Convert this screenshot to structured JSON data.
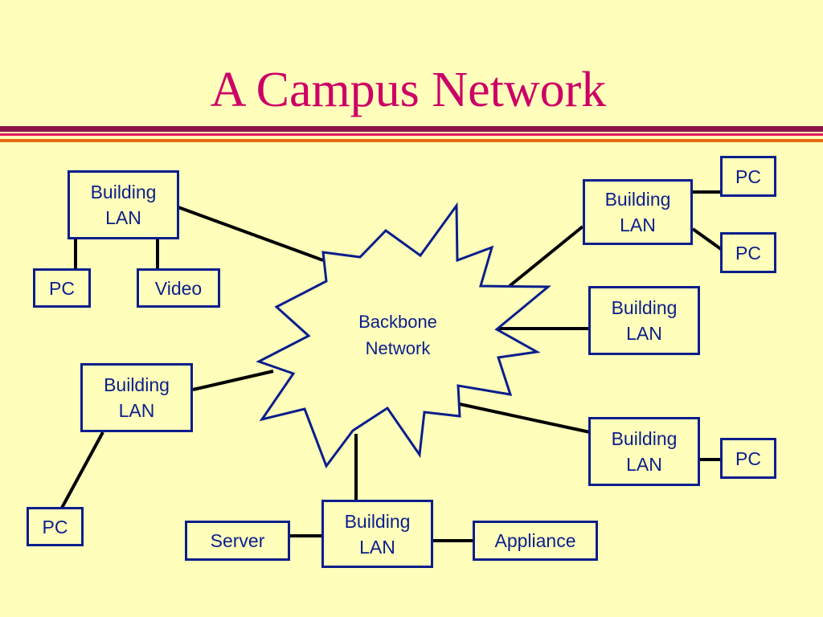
{
  "slide": {
    "title": "A Campus Network"
  },
  "diagram": {
    "backbone": {
      "line1": "Backbone",
      "line2": "Network"
    },
    "building_lan": {
      "line1": "Building",
      "line2": "LAN"
    },
    "devices": {
      "pc": "PC",
      "video": "Video",
      "server": "Server",
      "appliance": "Appliance"
    }
  },
  "colors": {
    "background": "#FFFFBB",
    "title": "#CC0066",
    "node_border": "#0A1E8C",
    "link": "#000000"
  }
}
